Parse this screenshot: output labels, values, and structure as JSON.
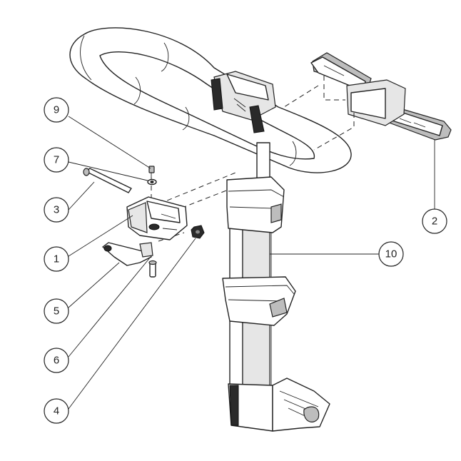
{
  "diagram": {
    "callouts": [
      {
        "id": "c9",
        "label": "9"
      },
      {
        "id": "c7",
        "label": "7"
      },
      {
        "id": "c3",
        "label": "3"
      },
      {
        "id": "c1",
        "label": "1"
      },
      {
        "id": "c5",
        "label": "5"
      },
      {
        "id": "c6",
        "label": "6"
      },
      {
        "id": "c4",
        "label": "4"
      },
      {
        "id": "c2",
        "label": "2"
      },
      {
        "id": "c10",
        "label": "10"
      }
    ]
  }
}
